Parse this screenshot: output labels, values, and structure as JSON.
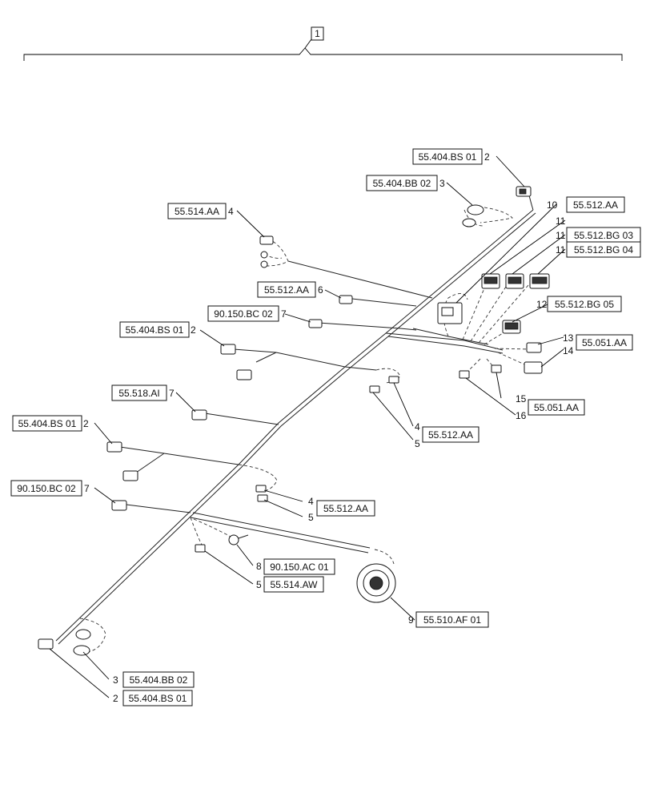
{
  "assembly_label": "1",
  "refs": {
    "r01": "55.404.BS 01",
    "r02": "55.404.BB 02",
    "r03": "55.514.AA",
    "r04": "55.512.AA",
    "r05": "90.150.BC 02",
    "r06": "55.404.BS 01",
    "r07": "55.518.AI",
    "r08": "55.404.BS 01",
    "r09": "90.150.BC 02",
    "r10": "55.512.AA",
    "r11": "55.512.BG 03",
    "r12": "55.512.BG 04",
    "r13": "55.512.BG 05",
    "r14": "55.051.AA",
    "r15": "55.051.AA",
    "r16": "55.512.AA",
    "r17": "55.512.AA",
    "r18": "90.150.AC 01",
    "r19": "55.514.AW",
    "r20": "55.510.AF 01",
    "r21": "55.404.BB 02",
    "r22": "55.404.BS 01"
  },
  "nums": {
    "n01": "2",
    "n02": "3",
    "n03": "4",
    "n04": "6",
    "n05": "7",
    "n06": "2",
    "n07": "7",
    "n08": "2",
    "n09": "7",
    "n10": "10",
    "n11": "11",
    "n11b": "11",
    "n11c": "11",
    "n12": "12",
    "n13": "13",
    "n14": "14",
    "n15": "15",
    "n16": "16",
    "n17": "4",
    "n18": "5",
    "n19": "4",
    "n20": "5",
    "n21": "8",
    "n22": "5",
    "n23": "9",
    "n24": "3",
    "n25": "2"
  }
}
